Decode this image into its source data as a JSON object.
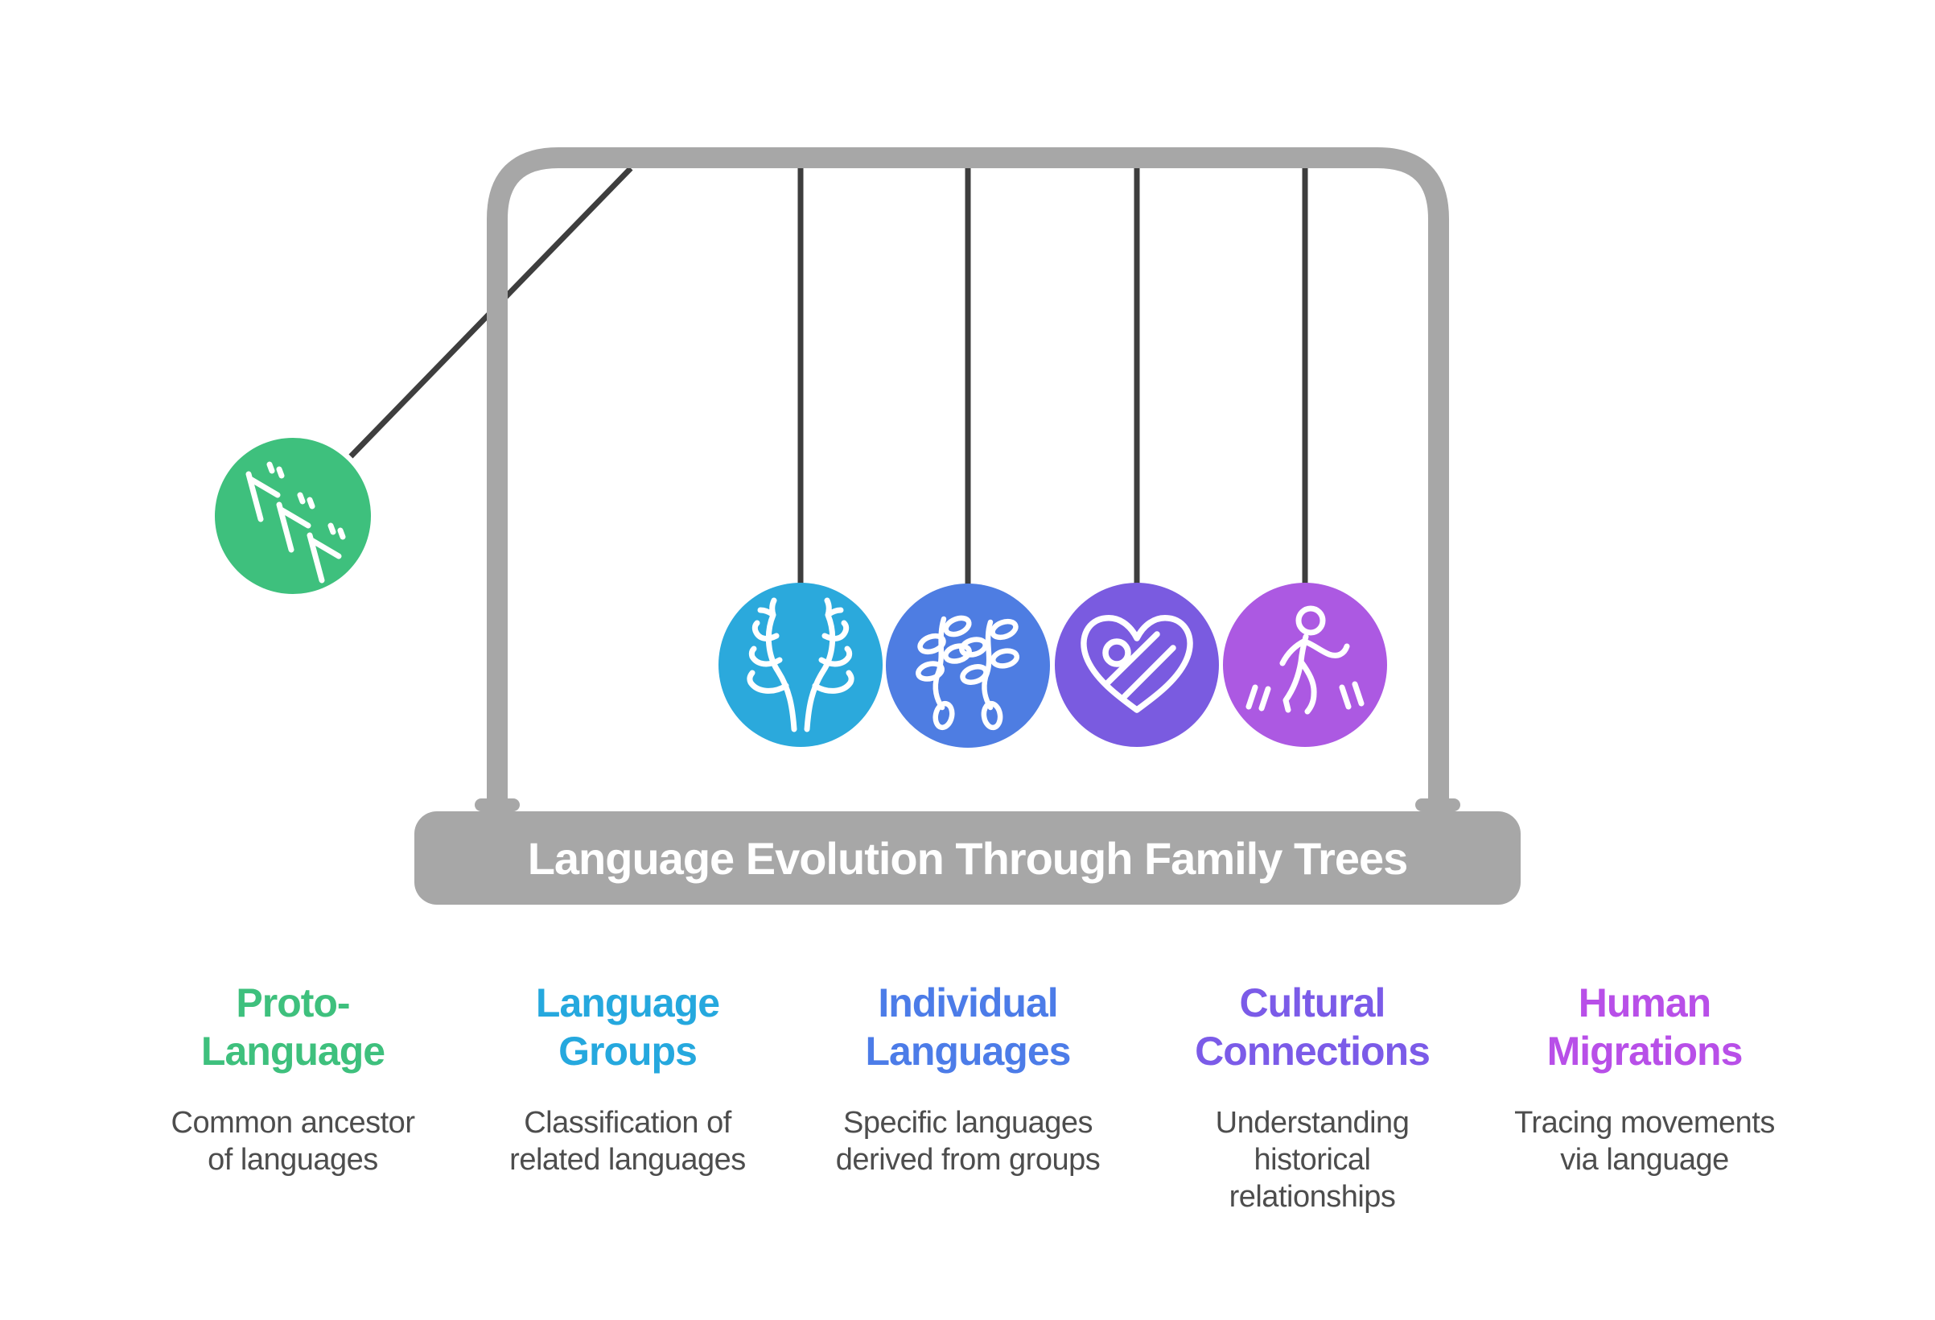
{
  "title_bar": {
    "title": "Language Evolution Through Family Trees"
  },
  "colors": {
    "background": "#FFFFFF",
    "frame": "#A7A7A7",
    "string": "#3E3E3E",
    "title_text": "#FFFFFF",
    "description_text": "#4D4D4D"
  },
  "balls": [
    {
      "name": "proto-language",
      "icon": "katakana-do-syllables-icon",
      "color": "#3EC07D"
    },
    {
      "name": "language-groups",
      "icon": "antlers-icon",
      "color": "#2BA9DC"
    },
    {
      "name": "individual-languages",
      "icon": "vine-leaves-icon",
      "color": "#4E7DE2"
    },
    {
      "name": "cultural-connections",
      "icon": "woven-heart-icon",
      "color": "#7A5BE0"
    },
    {
      "name": "human-migrations",
      "icon": "walking-person-icon",
      "color": "#AC59E2"
    }
  ],
  "columns": [
    {
      "title": "Proto-\nLanguage",
      "description": "Common ancestor\nof languages",
      "color": "#3EC07D"
    },
    {
      "title": "Language\nGroups",
      "description": "Classification of\nrelated languages",
      "color": "#25A8DE"
    },
    {
      "title": "Individual\nLanguages",
      "description": "Specific languages\nderived from groups",
      "color": "#4C7CE8"
    },
    {
      "title": "Cultural\nConnections",
      "description": "Understanding\nhistorical\nrelationships",
      "color": "#7B5BE8"
    },
    {
      "title": "Human\nMigrations",
      "description": "Tracing movements\nvia language",
      "color": "#B84FE8"
    }
  ]
}
